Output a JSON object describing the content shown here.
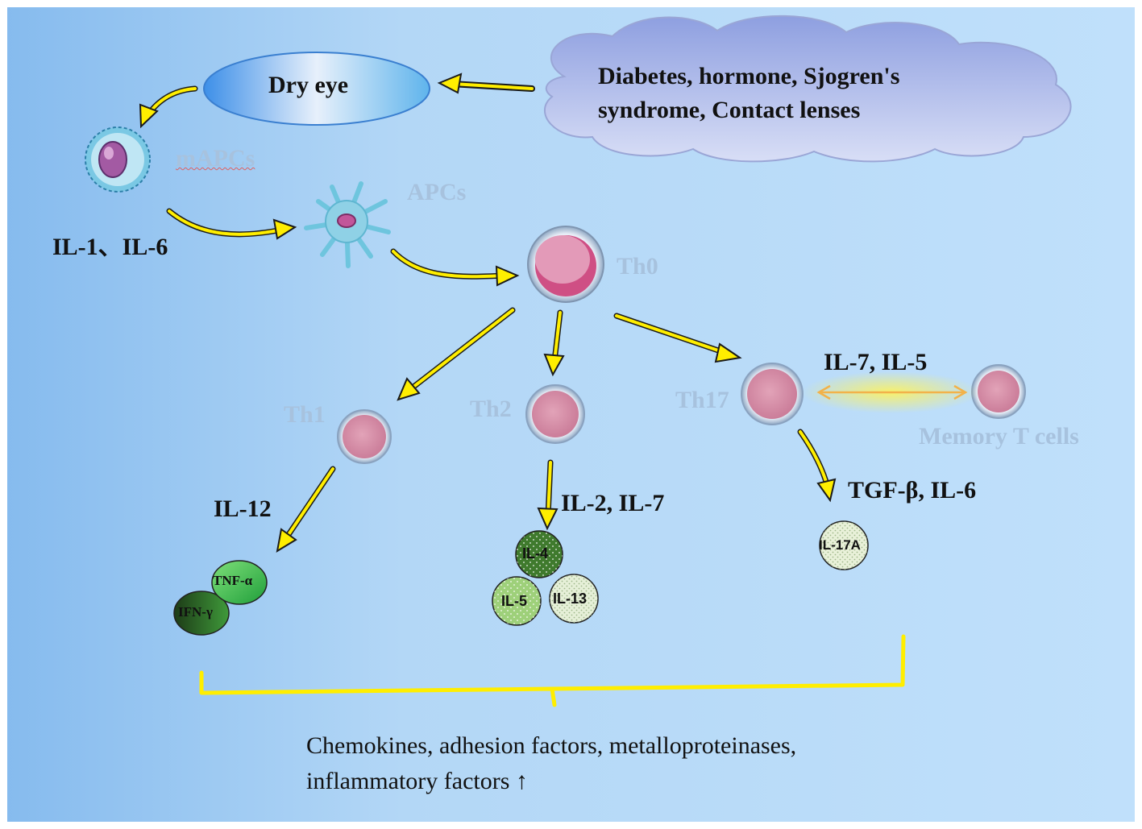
{
  "causes": "Diabetes, hormone, Sjogren's syndrome, Contact lenses",
  "dry_eye": "Dry eye",
  "cells": {
    "mapcs": "mAPCs",
    "apcs": "APCs",
    "th0": "Th0",
    "th1": "Th1",
    "th2": "Th2",
    "th17": "Th17",
    "memory": "Memory T cells"
  },
  "signals": {
    "il1_il6": "IL-1、IL-6",
    "il7_il5": "IL-7, IL-5",
    "il12": "IL-12",
    "il2_il7": "IL-2, IL-7",
    "tgfb_il6": "TGF-β, IL-6"
  },
  "cytokines": {
    "tnf": "TNF-α",
    "ifn": "IFN-γ",
    "il4": "IL-4",
    "il5": "IL-5",
    "il13": "IL-13",
    "il17a": "IL-17A"
  },
  "outcome": {
    "line1": "Chemokines,  adhesion factors,  metalloproteinases,",
    "line2": "inflammatory factors  ↑"
  },
  "colors": {
    "background": "#aed2f4",
    "arrow": "#ffff00",
    "cell_body": "#d98ca6",
    "memory_arrow": "#f2b24a"
  }
}
